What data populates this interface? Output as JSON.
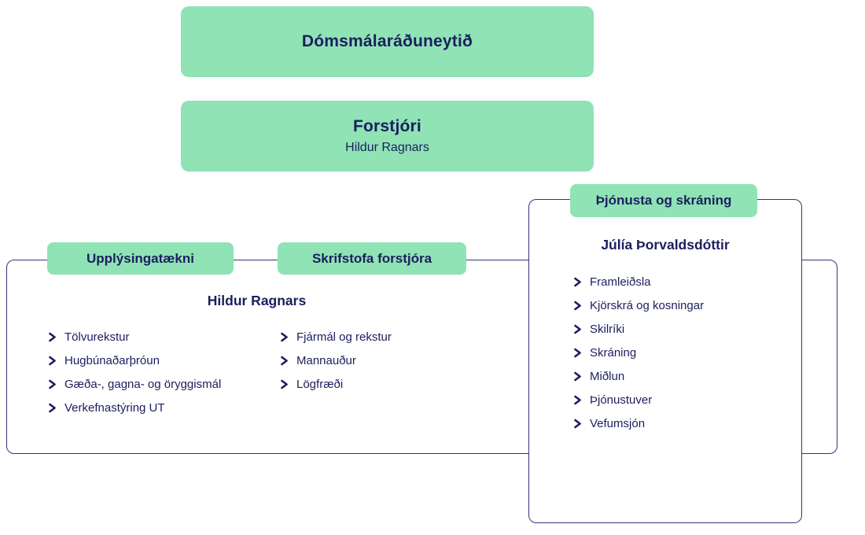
{
  "colors": {
    "green": "#8fe3b5",
    "navy_text": "#1c1e5e",
    "card_border": "#34347a",
    "card_bg": "#ffffff"
  },
  "ministry_box": {
    "label": "Dómsmálaráðuneytið"
  },
  "director_box": {
    "title": "Forstjóri",
    "name": "Hildur Ragnars"
  },
  "left_card": {
    "tabs": [
      {
        "label": "Upplýsingatækni"
      },
      {
        "label": "Skrifstofa forstjóra"
      }
    ],
    "heading": "Hildur Ragnars",
    "columns": [
      {
        "items": [
          "Tölvurekstur",
          "Hugbúnaðarþróun",
          "Gæða-, gagna- og öryggismál",
          "Verkefnastýring UT"
        ]
      },
      {
        "items": [
          "Fjármál og rekstur",
          "Mannauður",
          "Lögfræði"
        ]
      }
    ]
  },
  "right_card": {
    "tab": "Þjónusta og skráning",
    "heading": "Júlía Þorvaldsdóttir",
    "items": [
      "Framleiðsla",
      "Kjörskrá og kosningar",
      "Skilríki",
      "Skráning",
      "Miðlun",
      "Þjónustuver",
      "Vefumsjón"
    ]
  }
}
